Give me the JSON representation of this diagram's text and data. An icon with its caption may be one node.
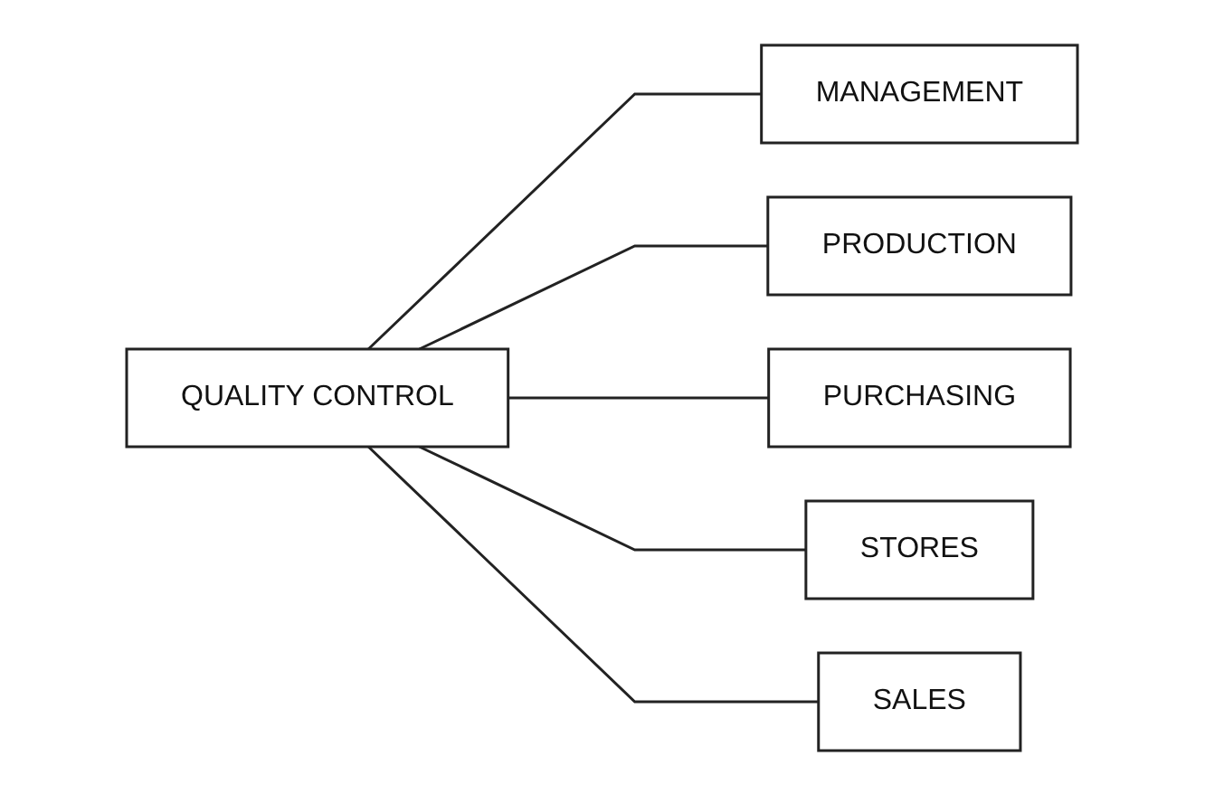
{
  "diagram": {
    "nodes": [
      {
        "text": [
          "QUALITY CONTROL"
        ]
      },
      {
        "text": [
          "MANAGEMENT"
        ]
      },
      {
        "text": [
          "PRODUCTION"
        ]
      },
      {
        "text": [
          "PURCHASING"
        ]
      },
      {
        "text": [
          "STORES"
        ]
      },
      {
        "text": [
          "SALES"
        ]
      }
    ],
    "edges": [
      {
        "from": 0,
        "to": 1,
        "arrow": "none"
      },
      {
        "from": 0,
        "to": 2,
        "arrow": "none"
      },
      {
        "from": 0,
        "to": 3,
        "arrow": "none"
      },
      {
        "from": 0,
        "to": 4,
        "arrow": "none"
      },
      {
        "from": 0,
        "to": 5,
        "arrow": "none"
      }
    ]
  }
}
